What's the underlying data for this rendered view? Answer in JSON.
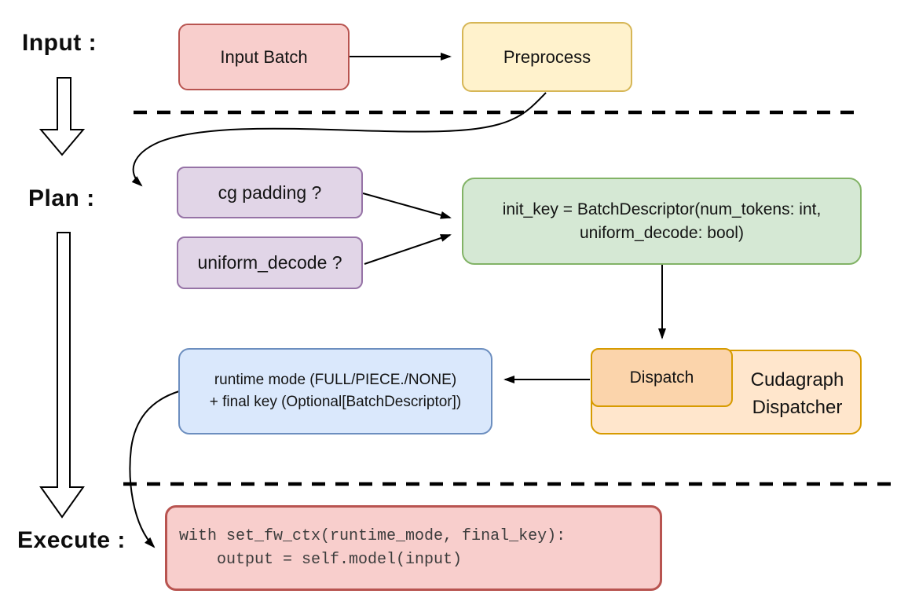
{
  "diagram": {
    "stage_labels": {
      "input": "Input :",
      "plan": "Plan :",
      "execute": "Execute :"
    },
    "nodes": {
      "input_batch": {
        "label": "Input Batch",
        "fill": "#f8cecc",
        "stroke": "#b85450"
      },
      "preprocess": {
        "label": "Preprocess",
        "fill": "#fff2cc",
        "stroke": "#d6b656"
      },
      "cg_padding": {
        "label": "cg padding ?",
        "fill": "#e1d5e7",
        "stroke": "#9673a6"
      },
      "uniform_decode": {
        "label": "uniform_decode ?",
        "fill": "#e1d5e7",
        "stroke": "#9673a6"
      },
      "init_key": {
        "line1": "init_key = BatchDescriptor(num_tokens: int,",
        "line2": "uniform_decode: bool)",
        "fill": "#d5e8d4",
        "stroke": "#82b366"
      },
      "dispatch": {
        "label": "Dispatch",
        "fill": "#fbd4ab",
        "stroke": "#d79b00"
      },
      "cudagraph_dispatcher": {
        "line1": "Cudagraph",
        "line2": "Dispatcher",
        "fill": "#ffe6cc",
        "stroke": "#d79b00"
      },
      "runtime_mode": {
        "line1": "runtime mode (FULL/PIECE./NONE)",
        "line2": "+ final key (Optional[BatchDescriptor])",
        "fill": "#dae8fc",
        "stroke": "#6c8ebf"
      },
      "execute_code": {
        "line1": "with set_fw_ctx(runtime_mode, final_key):",
        "line2": "    output = self.model(input)",
        "fill": "#f8cecc",
        "stroke": "#b85450"
      }
    },
    "connector_color": "#000000"
  }
}
